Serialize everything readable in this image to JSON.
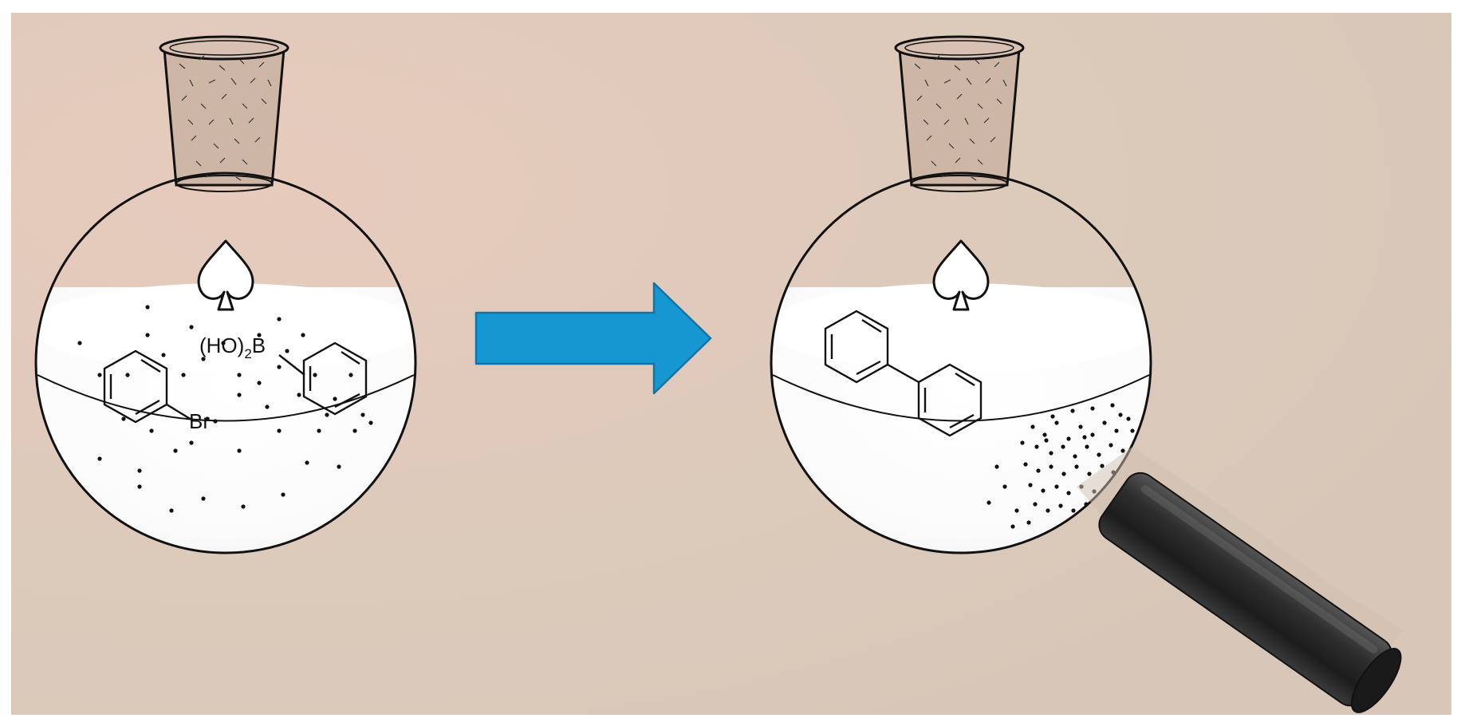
{
  "colors": {
    "background": "#dccabb",
    "background_tint": "#e6c9bc",
    "arrow": "#1797d2",
    "arrow_outline": "#0f74a6",
    "liquid": "#ffffff",
    "ink": "#111111",
    "magnet": "#2b2b2b"
  },
  "left_flask": {
    "label_boronic_group": "(HO)",
    "label_boronic_subscript": "2",
    "label_boronic_atom": "B",
    "label_halide": "Br"
  },
  "right_flask": {},
  "icons": [
    "spade-icon",
    "spade-icon",
    "reaction-arrow-icon",
    "magnet-icon"
  ]
}
